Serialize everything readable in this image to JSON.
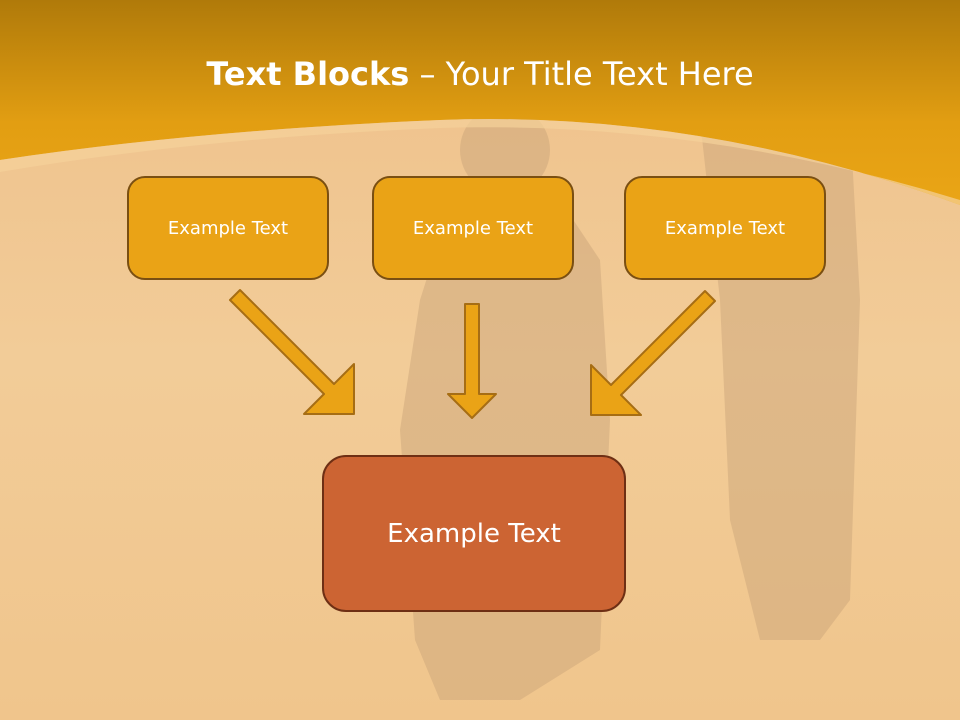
{
  "title": {
    "bold": "Text Blocks",
    "separator": " – ",
    "rest": "Your Title Text Here"
  },
  "blocks": [
    {
      "label": "Example Text"
    },
    {
      "label": "Example Text"
    },
    {
      "label": "Example Text"
    }
  ],
  "target": {
    "label": "Example Text"
  },
  "colors": {
    "header": "#e9a314",
    "block_fill": "#eaa316",
    "block_border": "#7a4f12",
    "target_fill": "#cc6433",
    "target_border": "#6e2f14",
    "arrow_fill": "#eaa316",
    "arrow_stroke": "#a66d14",
    "background": "#f2c98f"
  }
}
